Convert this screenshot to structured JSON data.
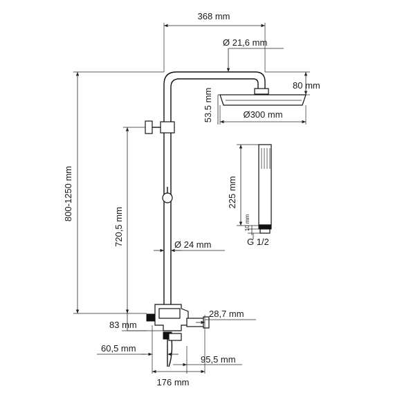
{
  "labels": {
    "arm_length": "368 mm",
    "arm_diameter": "Ø 21,6 mm",
    "head_thickness": "80 mm",
    "head_offset": "53.5 mm",
    "head_diameter": "Ø300 mm",
    "total_height": "800-1250 mm",
    "pipe_height": "720,5 mm",
    "pipe_diameter": "Ø 24 mm",
    "hand_length": "225 mm",
    "hand_small": "10 mm",
    "hand_thread": "G 1/2",
    "mixer_height": "83 mm",
    "mixer_inlet": "28,7 mm",
    "mixer_left": "60,5 mm",
    "mixer_right": "95,5 mm",
    "mixer_width": "176 mm"
  }
}
